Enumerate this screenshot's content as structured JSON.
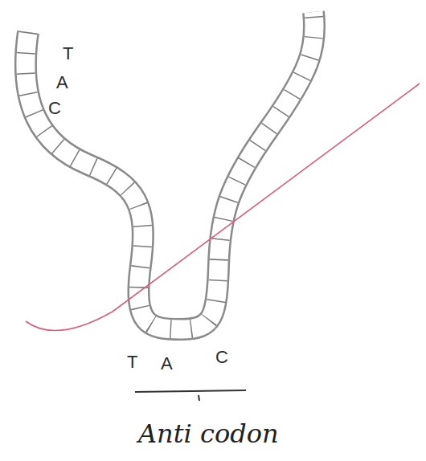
{
  "diagram": {
    "labels": [
      "T",
      "A",
      "C",
      "T",
      "A",
      "C",
      "Anti codon"
    ]
  }
}
